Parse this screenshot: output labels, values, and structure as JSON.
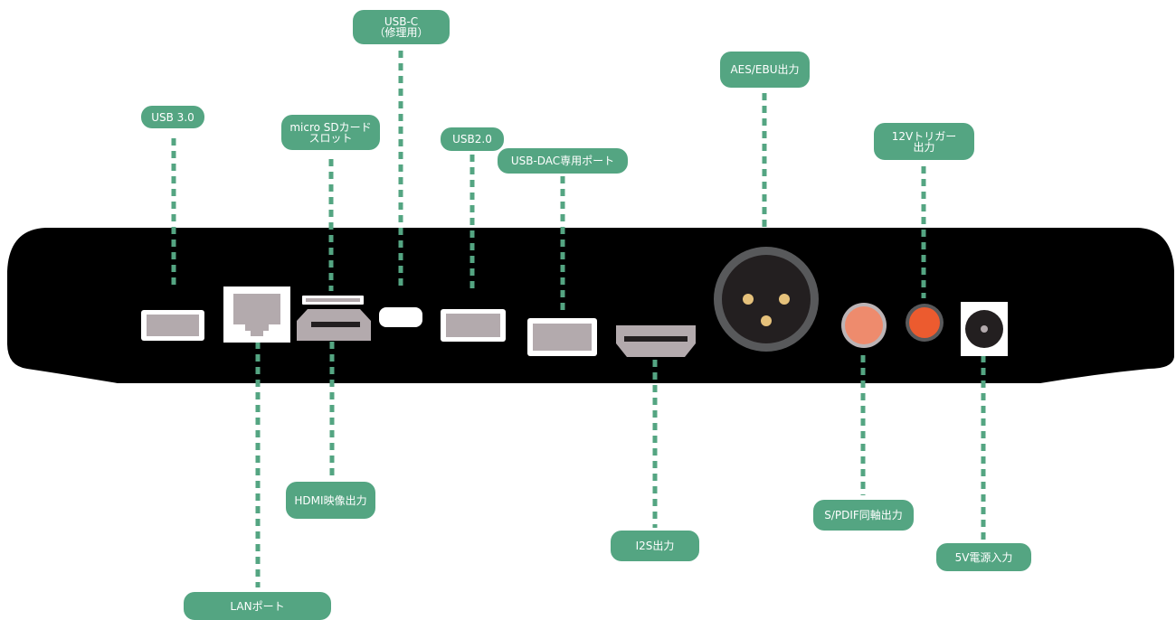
{
  "labels": {
    "usb3": "USB 3.0",
    "microsd": [
      "micro SDカード",
      "スロット"
    ],
    "usbc": [
      "USB-C",
      "（修理用）"
    ],
    "usb2": "USB2.0",
    "usbdac": "USB-DAC専用ポート",
    "aes": "AES/EBU出力",
    "trigger": [
      "12Vトリガー",
      "出力"
    ],
    "hdmi": "HDMI映像出力",
    "i2s": "I2S出力",
    "spdif": "S/PDIF同軸出力",
    "power": "5V電源入力",
    "lan": "LANポート"
  },
  "colors": {
    "device": "#000000",
    "label_bg": "#54a582",
    "leader": "#54a582",
    "port_fill": "#b3aaad",
    "spdif_coax": "#ee8b6d",
    "trigger_jack": "#ec5b2f",
    "xlr_pins": "#e5c17b"
  }
}
